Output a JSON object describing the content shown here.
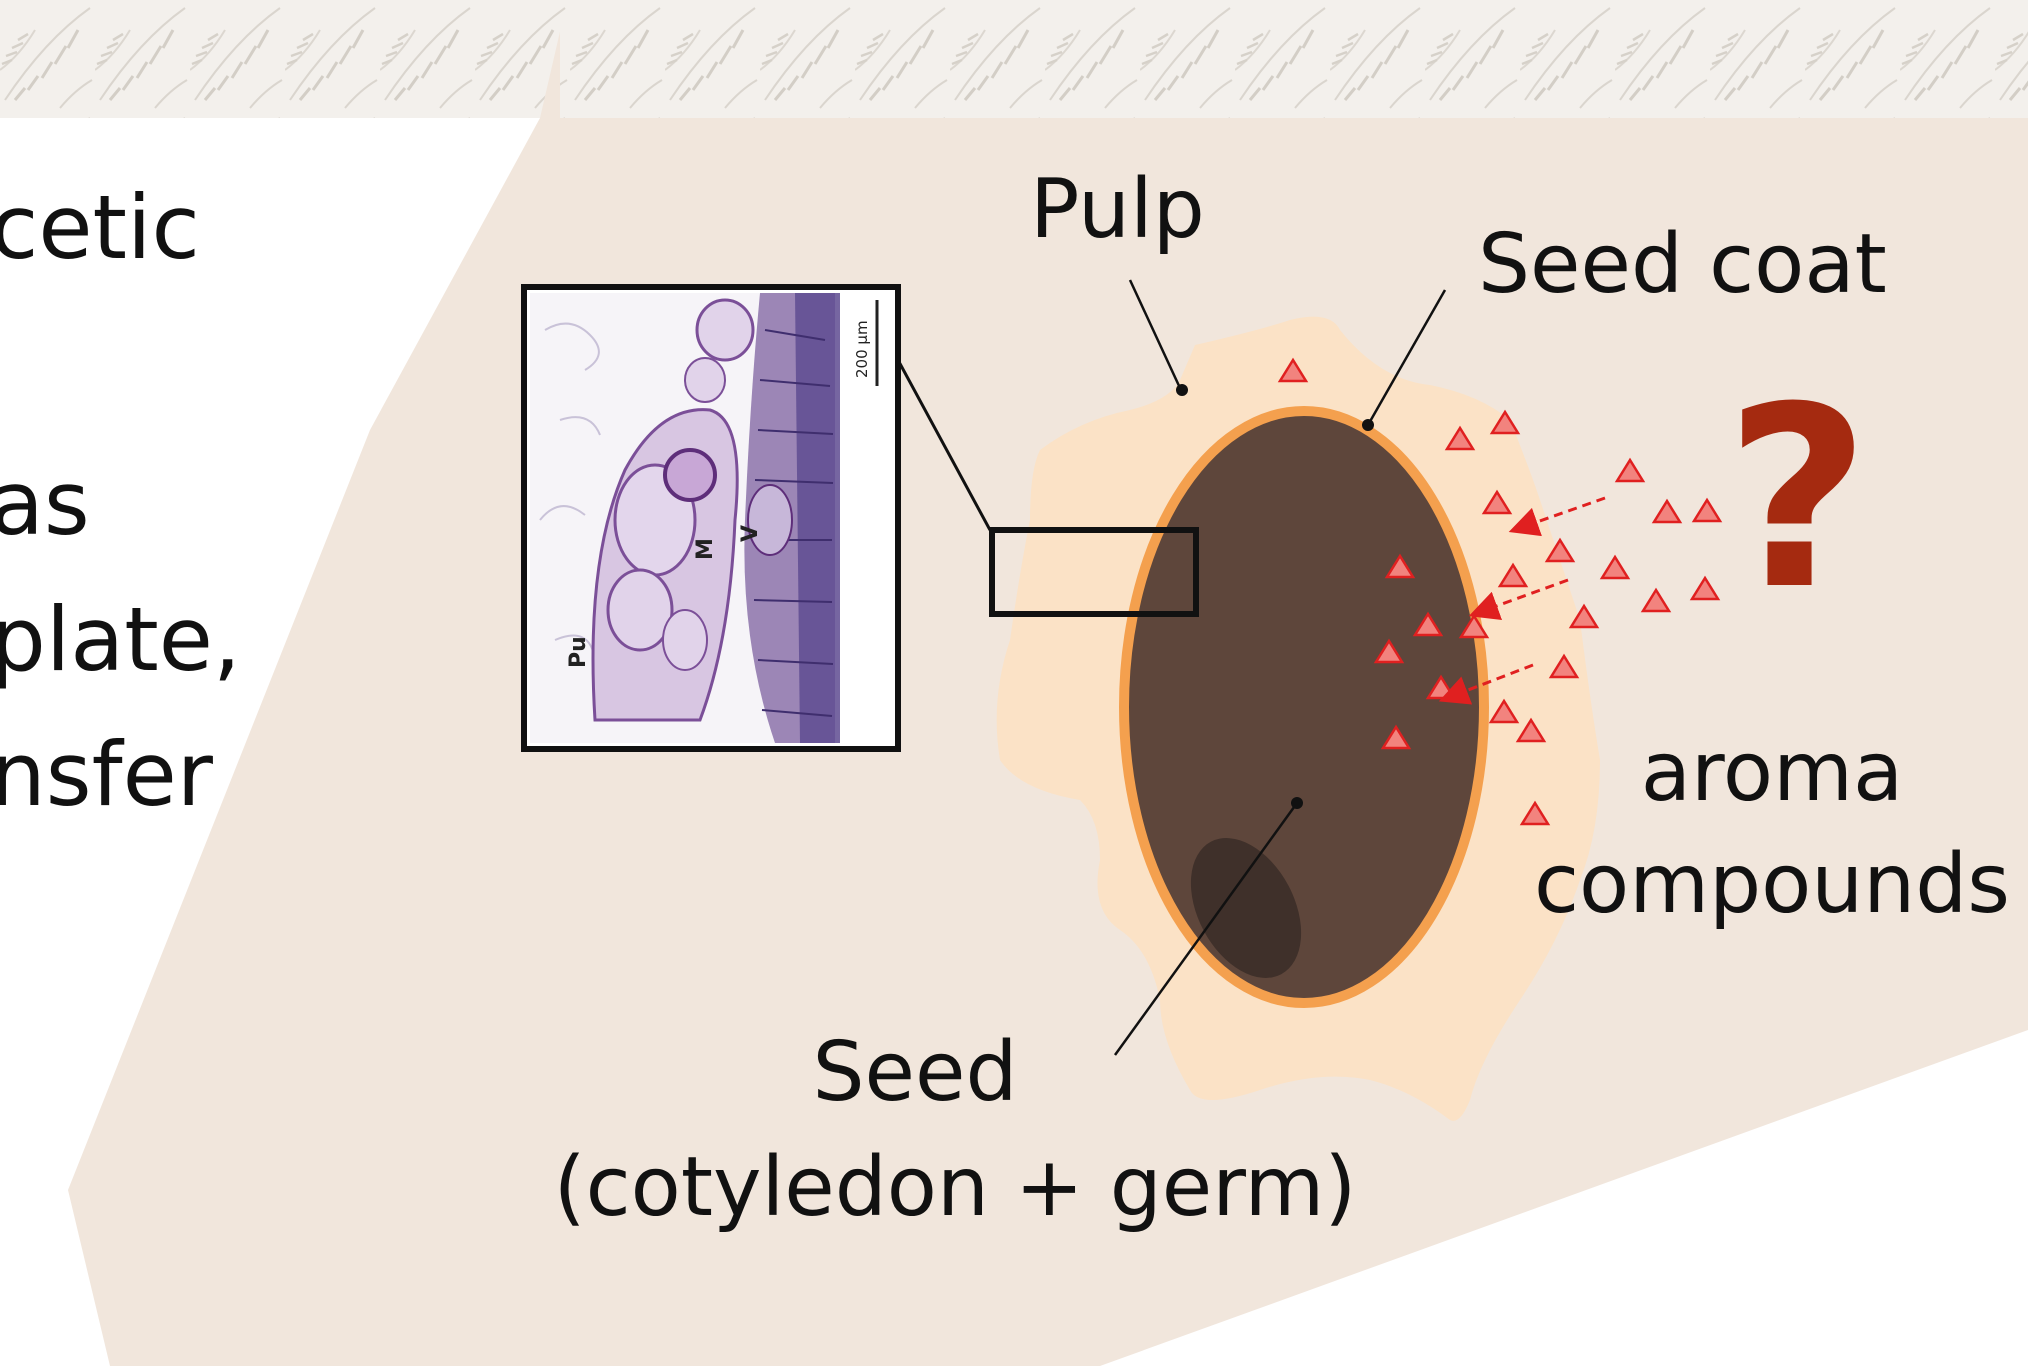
{
  "slide_text": {
    "lines": [
      "cetic",
      "as",
      "plate,",
      "nsfer"
    ]
  },
  "diagram": {
    "labels": {
      "pulp": "Pulp",
      "seed_coat": "Seed coat",
      "seed_title": "Seed",
      "seed_sub": "(cotyledon + germ)",
      "aroma_1": "aroma",
      "aroma_2": "compounds",
      "question": "?"
    },
    "micrograph": {
      "scale_bar": "200 µm",
      "labels": {
        "pu": "Pu",
        "m": "M",
        "v": "V"
      }
    },
    "colors": {
      "background_panel": "#F1E6DC",
      "pulp": "#FBE2C6",
      "seed_coat": "#F4A04E",
      "seed": "#5E463B",
      "germ": "#3F302A",
      "aroma_triangle": "#F2837E",
      "arrow": "#E02020",
      "question_mark": "#A52A10"
    },
    "icons": {
      "aroma": "triangle-icon",
      "arrows": "dashed-arrow-icon"
    }
  }
}
